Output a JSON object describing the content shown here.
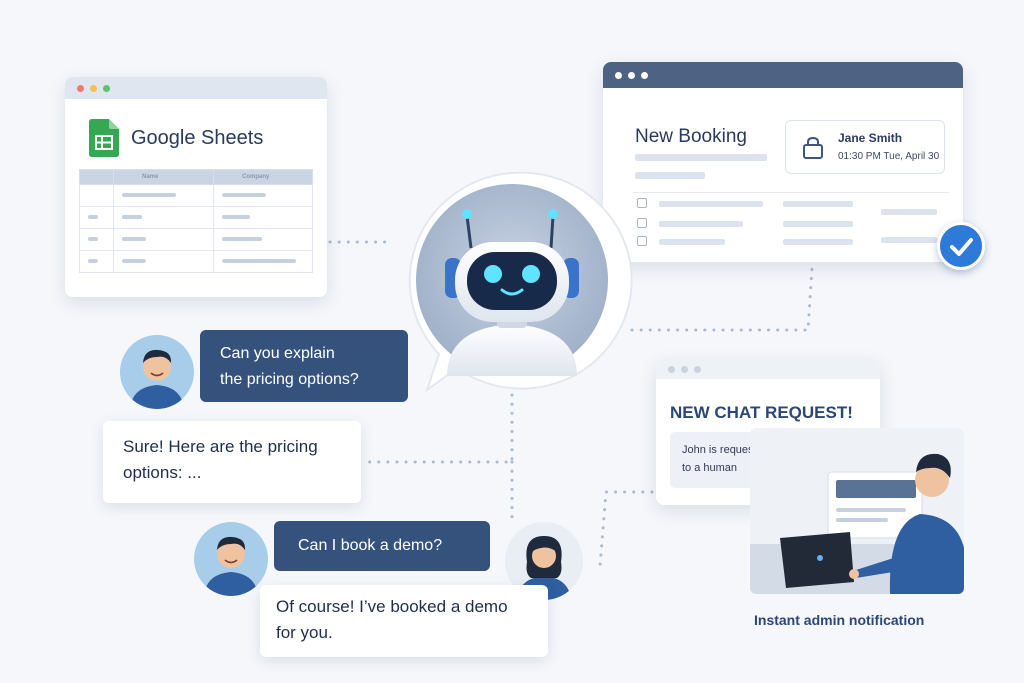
{
  "sheets": {
    "title": "Google Sheets",
    "columns": [
      "Name",
      "Company"
    ],
    "window_dots": [
      "#f07b6c",
      "#f3c14d",
      "#5dc26e"
    ]
  },
  "booking": {
    "title": "New Booking",
    "person_name": "Jane Smith",
    "person_time": "01:30 PM Tue, April 30"
  },
  "chat": {
    "q1": [
      "Can you explain",
      "the pricing options?"
    ],
    "a1": [
      "Sure! Here are the pricing",
      "options: ..."
    ],
    "q2": "Can I book a demo?",
    "a2": [
      "Of course! I’ve booked a demo",
      "for you."
    ]
  },
  "chat_request": {
    "title": "NEW CHAT REQUEST!",
    "message": [
      "John is requesting to speak",
      "to a human"
    ]
  },
  "admin": {
    "caption": "Instant admin notification"
  },
  "colors": {
    "brand_dark": "#35527c",
    "accent_blue": "#2e7ad8",
    "robot_eye": "#5fe3ff",
    "sheets_green": "#34a853"
  }
}
